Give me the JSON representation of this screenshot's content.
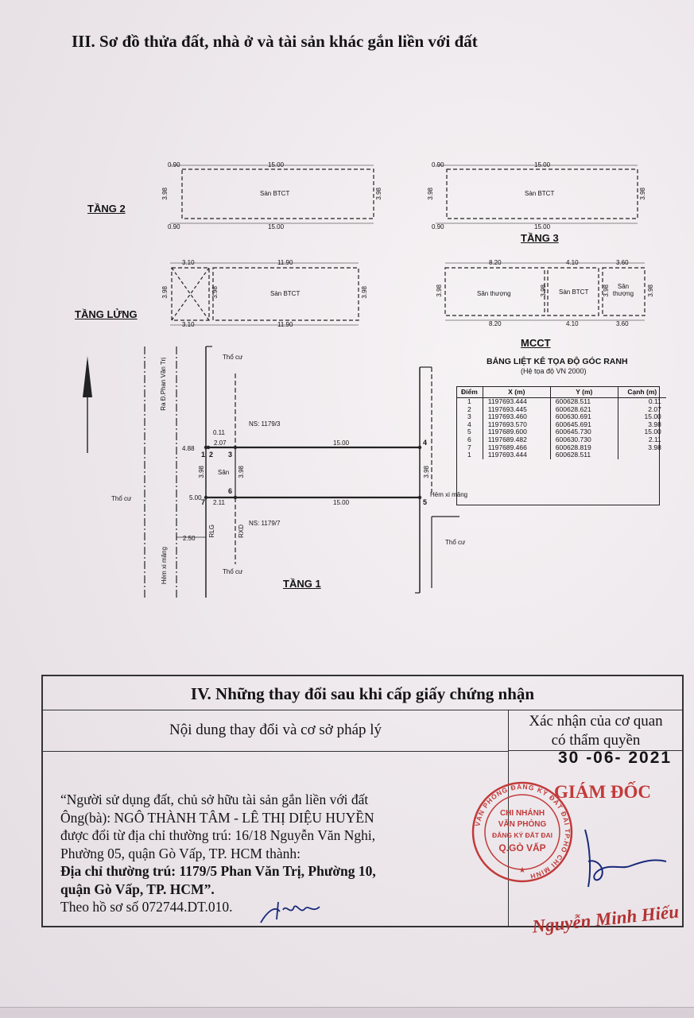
{
  "section3": {
    "title": "III. Sơ đồ thửa đất, nhà ở và tài sản khác gắn liền với đất"
  },
  "floors": {
    "tang2": {
      "label": "TẦNG 2",
      "top_dims": [
        "0.90",
        "15.00"
      ],
      "bottom_dims": [
        "0.90",
        "15.00"
      ],
      "side": "3.98",
      "room": "Sàn BTCT"
    },
    "tang3": {
      "label": "TẦNG 3",
      "top_dims": [
        "0.90",
        "15.00"
      ],
      "bottom_dims": [
        "0.90",
        "15.00"
      ],
      "side": "3.98",
      "room": "Sàn BTCT"
    },
    "tang_lung": {
      "label": "TẦNG LỬNG",
      "top_dims": [
        "3.10",
        "11.90"
      ],
      "bottom_dims": [
        "3.10",
        "11.90"
      ],
      "side": "3.98",
      "room": "Sàn BTCT"
    },
    "mcct": {
      "label": "MCCT",
      "top_dims": [
        "8.20",
        "4.10",
        "3.60"
      ],
      "bottom_dims": [
        "8.20",
        "4.10",
        "3.60"
      ],
      "side": "3.98",
      "rooms": [
        "Sân thượng",
        "Sàn BTCT",
        "Sân thượng"
      ]
    },
    "tang1": {
      "label": "TẦNG 1",
      "road": "Ra Đ.Phan Văn Trị",
      "alley": "Hẻm xi măng",
      "alley_right": "Hẻm xi măng",
      "tho_cu": "Thổ cư",
      "ns_top": "NS: 1179/3",
      "ns_bottom": "NS: 1179/7",
      "rlg": "RLG",
      "rxd": "RXD",
      "san": "Sân",
      "dims": {
        "left_top": "4.88",
        "left_mid": "5.00",
        "left_bot": "2.50",
        "d011": "0.11",
        "d207": "2.07",
        "d211": "2.11",
        "d1500_top": "15.00",
        "d1500_bot": "15.00",
        "side": "3.98"
      },
      "points": [
        "1",
        "2",
        "3",
        "4",
        "5",
        "6",
        "7"
      ]
    }
  },
  "coord_table": {
    "title": "BẢNG LIỆT KÊ TỌA ĐỘ GÓC RANH",
    "subtitle": "(Hệ tọa độ VN 2000)",
    "headers": [
      "Điểm",
      "X (m)",
      "Y (m)",
      "Cạnh (m)"
    ],
    "rows": [
      [
        "1",
        "1197693.444",
        "600628.511",
        "0.11"
      ],
      [
        "2",
        "1197693.445",
        "600628.621",
        "2.07"
      ],
      [
        "3",
        "1197693.460",
        "600630.691",
        "15.00"
      ],
      [
        "4",
        "1197693.570",
        "600645.691",
        "3.98"
      ],
      [
        "5",
        "1197689.600",
        "600645.730",
        "15.00"
      ],
      [
        "6",
        "1197689.482",
        "600630.730",
        "2.11"
      ],
      [
        "7",
        "1197689.466",
        "600628.819",
        "3.98"
      ],
      [
        "1",
        "1197693.444",
        "600628.511",
        ""
      ]
    ]
  },
  "section4": {
    "title": "IV. Những thay đổi sau khi cấp giấy chứng nhận",
    "col_left": "Nội dung thay đổi và cơ sở pháp lý",
    "col_right_l1": "Xác nhận của cơ quan",
    "col_right_l2": "có thẩm quyền",
    "content": [
      "“Người sử dụng đất, chủ sở hữu tài sản gắn liền với đất",
      "Ông(bà): NGÔ THÀNH TÂM - LÊ THỊ DIỆU HUYỀN",
      "được đổi từ địa chỉ thường trú: 16/18 Nguyễn Văn Nghi,",
      "Phường 05, quận Gò Vấp, TP. HCM thành:",
      "Địa chỉ thường trú: 1179/5 Phan Văn Trị, Phường 10,",
      "quận Gò Vấp, TP. HCM”.",
      "Theo hồ sơ số 072744.DT.010."
    ],
    "date": "30 -06- 2021",
    "position": "GIÁM ĐỐC",
    "stamp": {
      "ring": "VĂN PHÒNG ĐĂNG KÝ ĐẤT ĐAI TP.HỒ CHÍ MINH",
      "line1": "CHI NHÁNH",
      "line2": "VĂN PHÒNG",
      "line3": "ĐĂNG KÝ ĐẤT ĐAI",
      "line4": "Q.GÒ VẤP"
    },
    "signer": "Nguyễn Minh Hiếu"
  },
  "colors": {
    "stamp_red": "#c23a3a",
    "ink": "#141414"
  }
}
